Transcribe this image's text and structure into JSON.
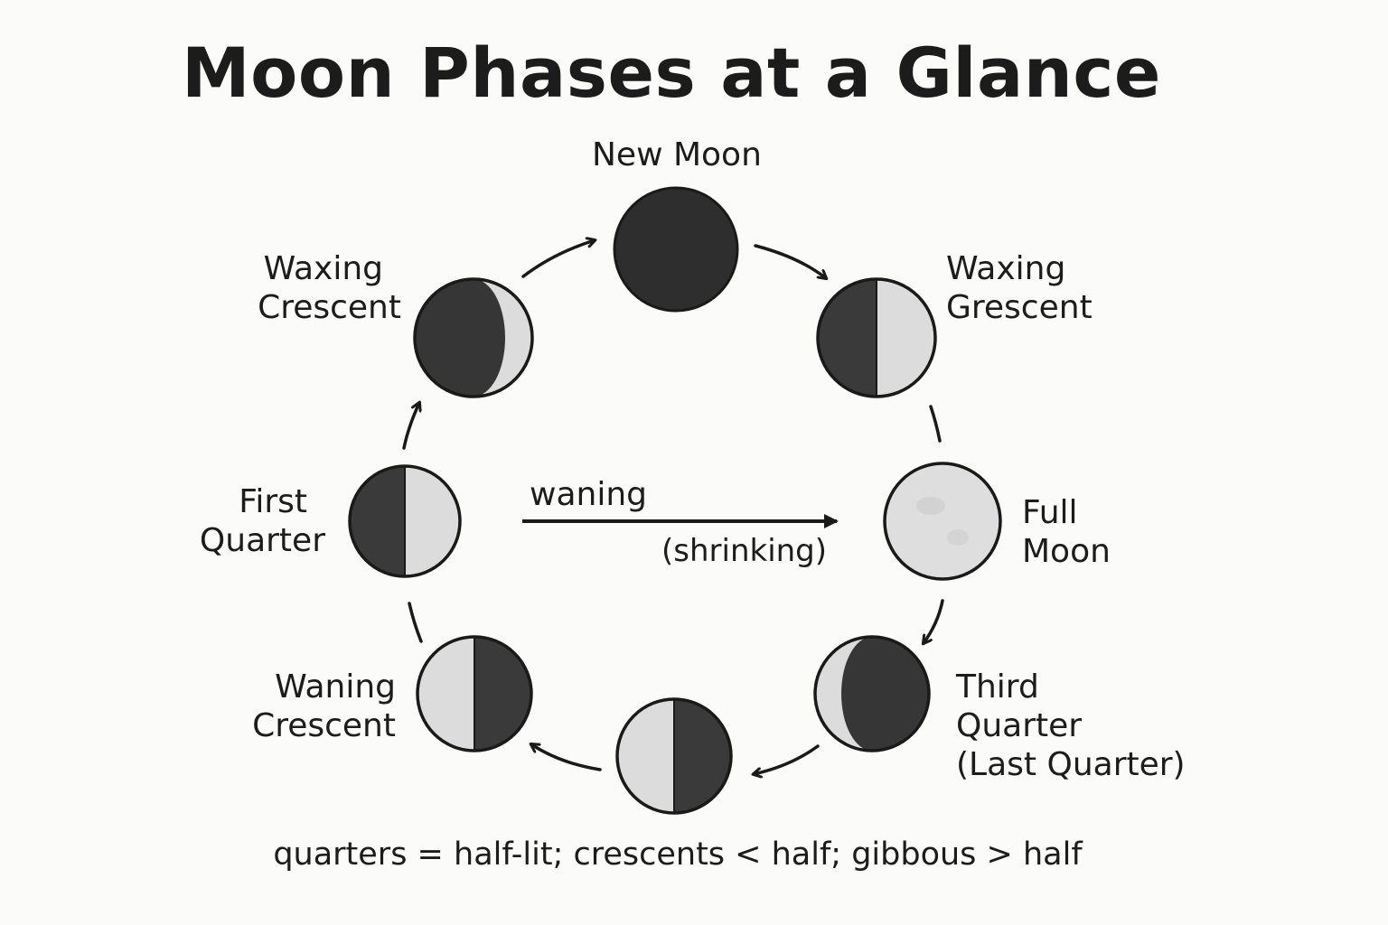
{
  "title": "Moon Phases at a Glance",
  "colors": {
    "dark": "#3a3a3a",
    "darker": "#2e2e2e",
    "light": "#dcdcdc",
    "stroke": "#1a1a1a"
  },
  "phases": {
    "new_moon": {
      "lines": [
        "New Moon"
      ]
    },
    "waxing_crescent": {
      "lines": [
        "Waxing",
        "Crescent"
      ]
    },
    "right_upper": {
      "lines": [
        "Waxing",
        "Grescent"
      ]
    },
    "first_quarter": {
      "lines": [
        "First",
        "Quarter"
      ]
    },
    "full_moon": {
      "lines": [
        "Full",
        "Moon"
      ]
    },
    "waning_crescent": {
      "lines": [
        "Waning",
        "Crescent"
      ]
    },
    "third_quarter": {
      "lines": [
        "Third",
        "Quarter",
        "(Last Quarter)"
      ]
    }
  },
  "center_arrow": {
    "label_top": "waning",
    "label_bottom": "(shrinking)"
  },
  "footnote": "quarters = half-lit; crescents < half; gibbous > half"
}
